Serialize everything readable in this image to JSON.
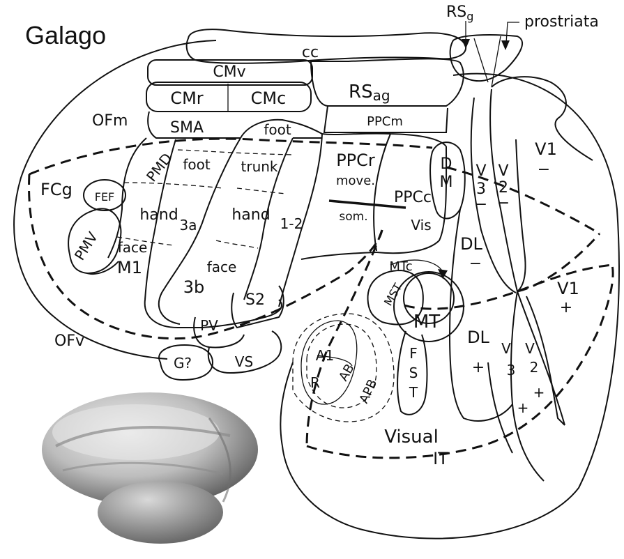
{
  "species": "Galago",
  "labels": {
    "cc": "cc",
    "rsg_main": "RS",
    "rsg_sub": "g",
    "prostriata": "prostriata",
    "cmv": "CMv",
    "cmr": "CMr",
    "cmc": "CMc",
    "rsag_main": "RS",
    "rsag_sub": "ag",
    "ofm": "OFm",
    "sma": "SMA",
    "foot_top": "foot",
    "ppcm": "PPCm",
    "pmd": "PMD",
    "foot_mid": "foot",
    "trunk": "trunk",
    "ppcr": "PPCr",
    "move": "move.",
    "ppcc": "PPCc",
    "som": "som.",
    "vis": "Vis",
    "dm_d": "D",
    "dm_m": "M",
    "v3_top_v": "V",
    "v3_top_n": "3",
    "v3_top_sign": "−",
    "v2_top_v": "V",
    "v2_top_n": "2",
    "v2_top_sign": "−",
    "v1_top": "V1",
    "v1_top_sign": "−",
    "fcg": "FCg",
    "fef": "FEF",
    "hand_left": "hand",
    "area_3a": "3a",
    "hand_right": "hand",
    "area_12": "1-2",
    "pmv": "PMV",
    "face_left": "face",
    "m1": "M1",
    "face_right": "face",
    "area_3b": "3b",
    "dl_top": "DL",
    "dl_top_sign": "−",
    "mtc": "MTc",
    "mst": "MST",
    "mt": "MT",
    "s2": "S2",
    "v1_bot": "V1",
    "v1_bot_sign": "+",
    "pv": "PV",
    "ofv": "OFv",
    "a1": "A1",
    "dl_bot": "DL",
    "dl_bot_sign": "+",
    "v3_bot_v": "V",
    "v3_bot_n": "3",
    "v2_bot_v": "V",
    "v2_bot_n": "2",
    "v2_bot_sign": "+",
    "v3_bot_sign": "+",
    "vs": "VS",
    "g_q": "G?",
    "ab": "AB",
    "r": "R",
    "apb": "APB",
    "fst_f": "F",
    "fst_s": "S",
    "fst_t": "T",
    "visual": "Visual",
    "it": "IT"
  },
  "colors": {
    "line": "#111111",
    "background": "#ffffff",
    "brain_photo": "#bdbdbd"
  },
  "icons": {
    "brain_photo": "brain-photo-icon"
  }
}
